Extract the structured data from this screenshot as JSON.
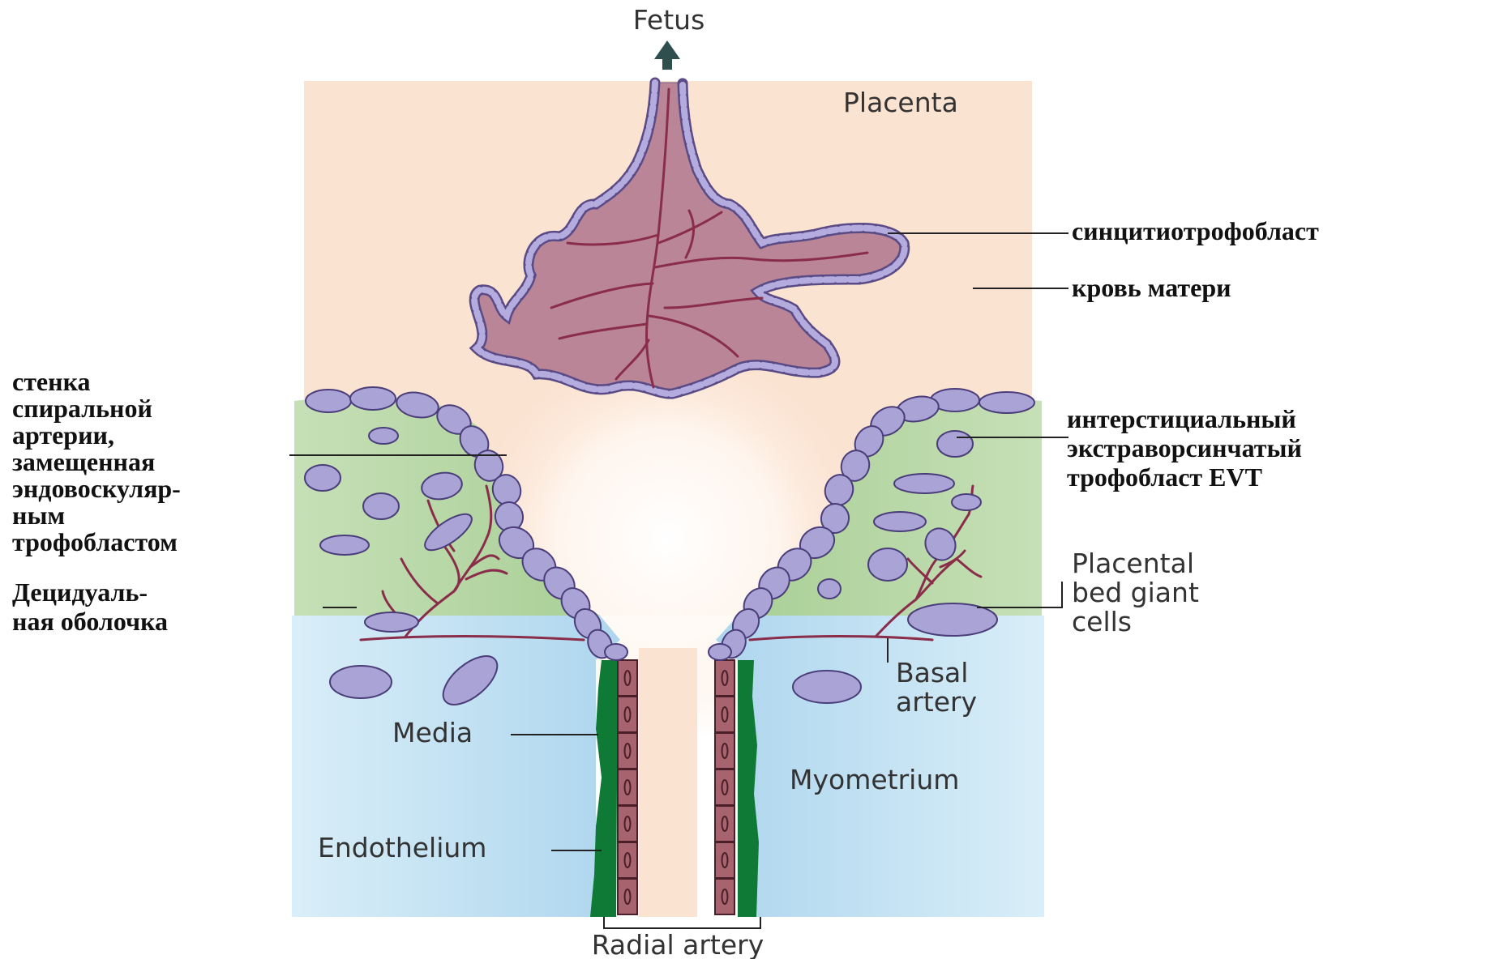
{
  "labels": {
    "fetus": "Fetus",
    "placenta": "Placenta",
    "syncytiotrophoblast": "синцитиотрофобласт",
    "maternal_blood": "кровь матери",
    "spiral_wall": [
      "стенка",
      "спиральной",
      "артерии,",
      "замещенная",
      "эндовоскуляр-",
      "ным",
      "трофобластом"
    ],
    "decidua": [
      "Децидуаль-",
      "ная оболочка"
    ],
    "interstitial_evt": [
      "интерстициальный",
      "экстраворсинчатый",
      "трофобласт EVT"
    ],
    "giant_cells": [
      "Placental",
      "bed giant",
      "cells"
    ],
    "basal_artery": [
      "Basal",
      "artery"
    ],
    "media": "Media",
    "myometrium": "Myometrium",
    "endothelium": "Endothelium",
    "radial_artery": "Radial artery"
  },
  "colors": {
    "placenta_bg": "#fbe3d2",
    "decidua": "#b9d8a8",
    "myometrium": "#b7dcef",
    "villus_fill": "#b98597",
    "villus_vessel": "#8a2d4a",
    "cell_fill": "#aaa3d6",
    "cell_stroke": "#4a3d7a",
    "media_green": "#0f7a36",
    "endothelial": "#a8646e",
    "arrow": "#2f4f4f"
  }
}
